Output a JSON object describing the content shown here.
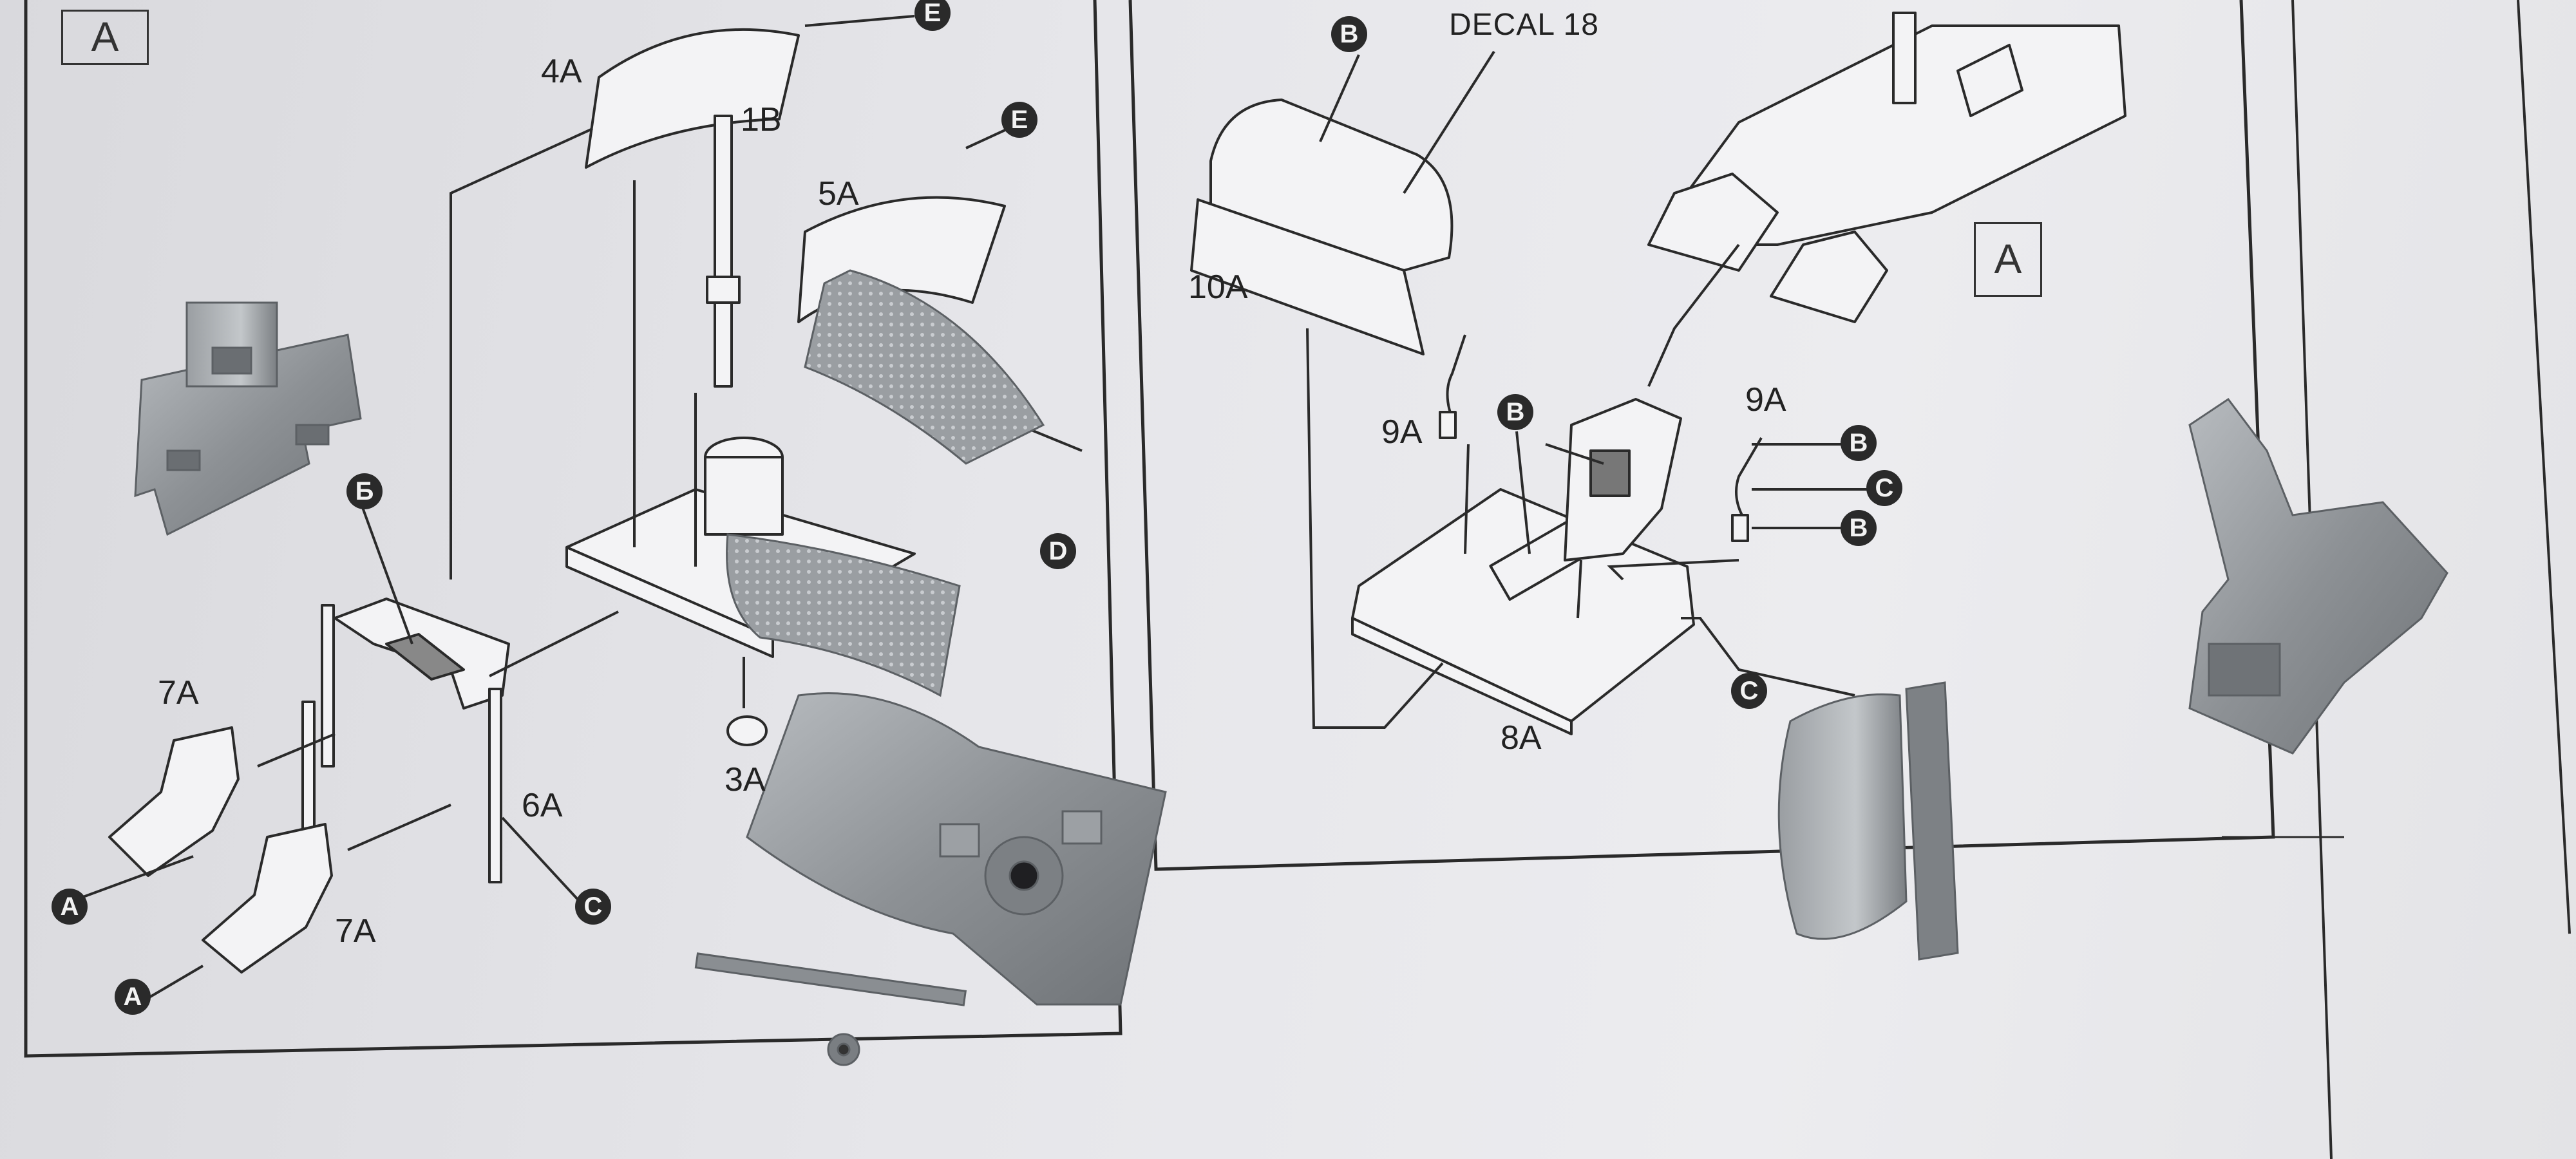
{
  "panel_a": {
    "tag": "A",
    "parts": {
      "p4a": "4A",
      "p1b": "1B",
      "p5a": "5A",
      "p7a_top": "7A",
      "p7a_bottom": "7A",
      "p6a": "6A",
      "p3a": "3A"
    },
    "callouts": {
      "e_top": "E",
      "e_mid": "E",
      "d": "D",
      "b_frame": "Б",
      "c": "C",
      "a_left": "A",
      "a_bottom": "A"
    }
  },
  "panel_b": {
    "decal": "DECAL 18",
    "parts": {
      "p10a": "10A",
      "p9a_left": "9A",
      "p9a_right": "9A",
      "p8a": "8A"
    },
    "callouts": {
      "b_top": "B",
      "b_mid": "B",
      "b_right1": "B",
      "c_right": "C",
      "b_right2": "B",
      "c_bottom": "C"
    },
    "inset_tag": "A"
  },
  "colors": {
    "paper": "#e6e6ea",
    "ink": "#2a2a2a",
    "plastic": "#8e9296",
    "plastic_light": "#b4b8bc"
  }
}
